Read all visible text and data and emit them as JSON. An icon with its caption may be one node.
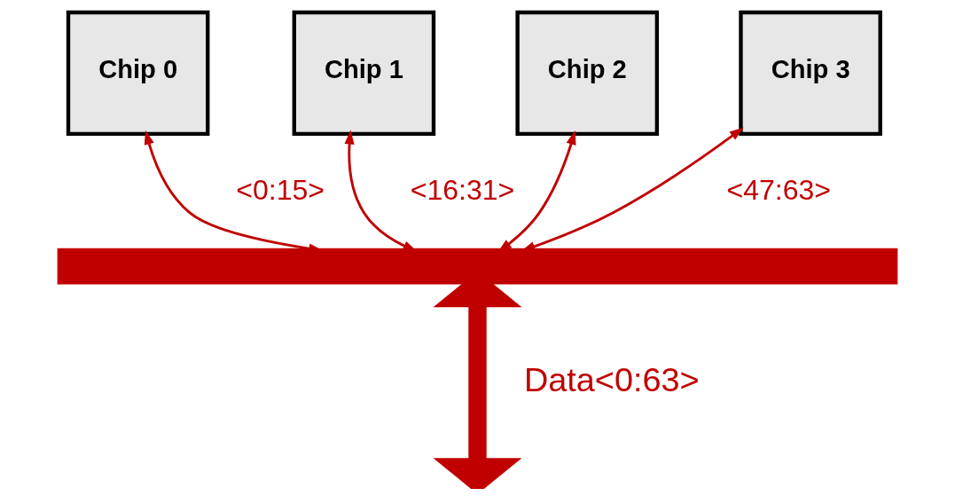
{
  "diagram": {
    "nodes": [
      {
        "text": [
          "Chip 0"
        ]
      },
      {
        "text": [
          "Chip 1"
        ]
      },
      {
        "text": [
          "Chip 2"
        ]
      },
      {
        "text": [
          "Chip 3"
        ]
      },
      {
        "text": [],
        "shape": "bar"
      }
    ],
    "edges": [
      {
        "from": 0,
        "to": 4,
        "arrow": "both",
        "label": "<0:15>"
      },
      {
        "from": 1,
        "to": 4,
        "arrow": "both",
        "label": "<16:31>"
      },
      {
        "from": 2,
        "to": 4,
        "arrow": "both"
      },
      {
        "from": 3,
        "to": 4,
        "arrow": "both",
        "label": "<47:63>"
      },
      {
        "from": 4,
        "to": null,
        "arrow": "both",
        "label": "Data<0:63>",
        "style": "thick"
      }
    ]
  }
}
